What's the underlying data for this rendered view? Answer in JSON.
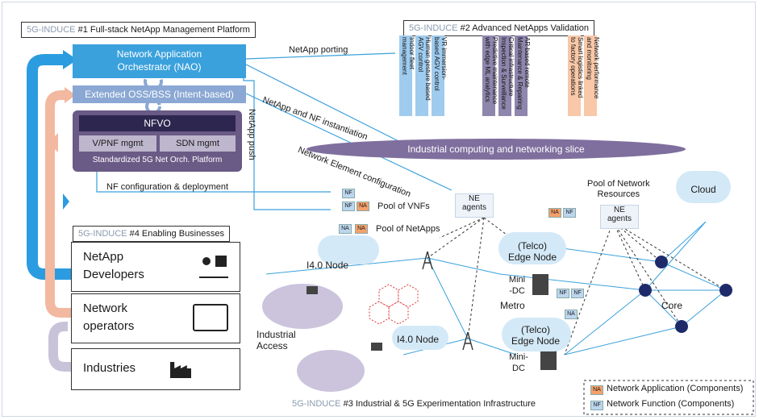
{
  "title1": {
    "hl": "5G-INDUCE",
    "rest": " #1 Full-stack NetApp Management Platform"
  },
  "title2": {
    "hl": "5G-INDUCE",
    "rest": " #2 Advanced NetApps Validation"
  },
  "title3": {
    "hl": "5G-INDUCE",
    "rest": " #3 Industrial & 5G Experimentation Infrastructure"
  },
  "title4": {
    "hl": "5G-INDUCE",
    "rest": " #4 Enabling Businesses"
  },
  "nao": {
    "line1": "Network Application",
    "line2": "Orchestrator  (NAO)"
  },
  "oss": "Extended OSS/BSS (Intent-based)",
  "nfvo": "NFVO",
  "vpnf": "V/PNF mgmt",
  "sdn": "SDN mgmt",
  "std": "Standardized 5G Net Orch. Platform",
  "stakeholders": [
    {
      "line1": "NetApp",
      "line2": "Developers"
    },
    {
      "line1": "Network",
      "line2": "operators"
    },
    {
      "line1": "Industries",
      "line2": ""
    }
  ],
  "arrows": {
    "porting": "NetApp porting",
    "instantiation": "NetApp and NF instantiation",
    "push": "NetApp push",
    "ne_config": "Network Element configuration",
    "nf_config": "NF configuration & deployment"
  },
  "netapps": [
    {
      "text": "Indoor fleet\nmanagement",
      "color": "#9fcbee"
    },
    {
      "text": "Human gesture based\nAGV control",
      "color": "#9fcbee"
    },
    {
      "text": "VR immersion-\nbased AGV control",
      "color": "#9fcbee"
    },
    {
      "text": "Predictive maintenance\nwith edge ML analytics",
      "color": "#8f86ad"
    },
    {
      "text": "Critical infrastructure\nInspection & Surveillance",
      "color": "#8f86ad"
    },
    {
      "text": "AR-based remote\nMaintenance & Repairing",
      "color": "#8f86ad"
    },
    {
      "text": "Smart logistics linked\nto factory operations",
      "color": "#f8c8a8"
    },
    {
      "text": "Network performance\nand monitoring",
      "color": "#f8c8a8"
    }
  ],
  "slice": "Industrial computing and networking slice",
  "pool_vnf": "Pool of VNFs",
  "pool_netapps": "Pool of NetApps",
  "pool_resources": {
    "line1": "Pool of Network",
    "line2": "Resources"
  },
  "ne_agents": {
    "line1": "NE",
    "line2": "agents"
  },
  "cloud": "Cloud",
  "core": "Core",
  "metro": "Metro",
  "telco_edge": {
    "line1": "(Telco)",
    "line2": "Edge Node"
  },
  "mini_dc": {
    "line1": "Mini",
    "line2": "-DC"
  },
  "mini_dc2": {
    "line1": "Mini-",
    "line2": "DC"
  },
  "i40": "I4.0 Node",
  "industrial_access": {
    "line1": "Industrial",
    "line2": "Access"
  },
  "tags": {
    "na": "NA",
    "nf": "NF"
  },
  "legend": {
    "na": "Network Application (Components)",
    "nf": "Network Function (Components)"
  },
  "colors": {
    "nao": "#3aa1dc",
    "oss": "#8aa8d3",
    "nfvo": "#6a5a86",
    "arrow_blue": "#2b9ce0",
    "arrow_peach": "#f2b8a0",
    "arrow_lilac": "#c9c3d9"
  }
}
